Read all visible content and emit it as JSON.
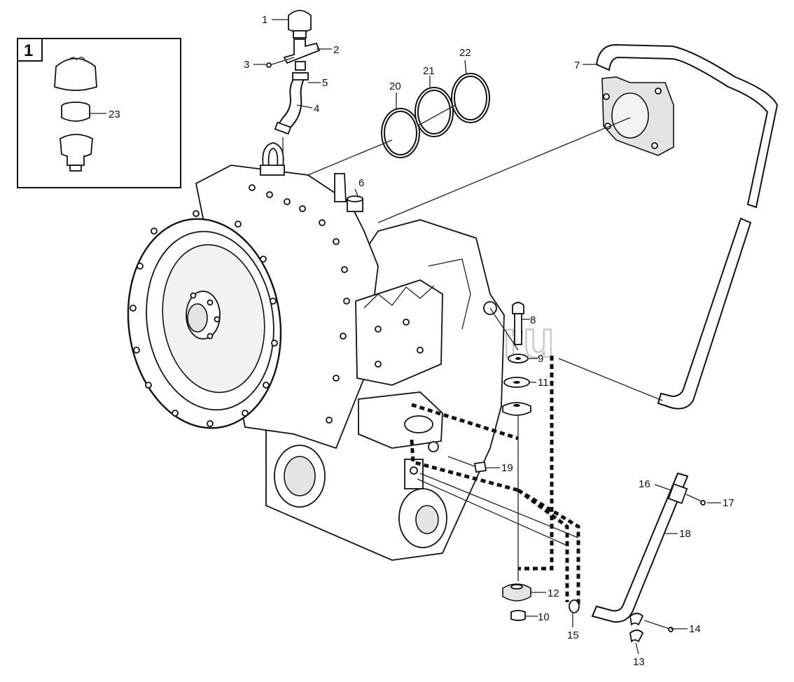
{
  "watermark": "autopiter.ru",
  "inset": {
    "number": "1",
    "items": [
      "23"
    ]
  },
  "callouts": [
    "1",
    "2",
    "3",
    "4",
    "5",
    "6",
    "7",
    "8",
    "9",
    "10",
    "11",
    "12",
    "13",
    "14",
    "15",
    "16",
    "17",
    "18",
    "19",
    "20",
    "21",
    "22"
  ]
}
